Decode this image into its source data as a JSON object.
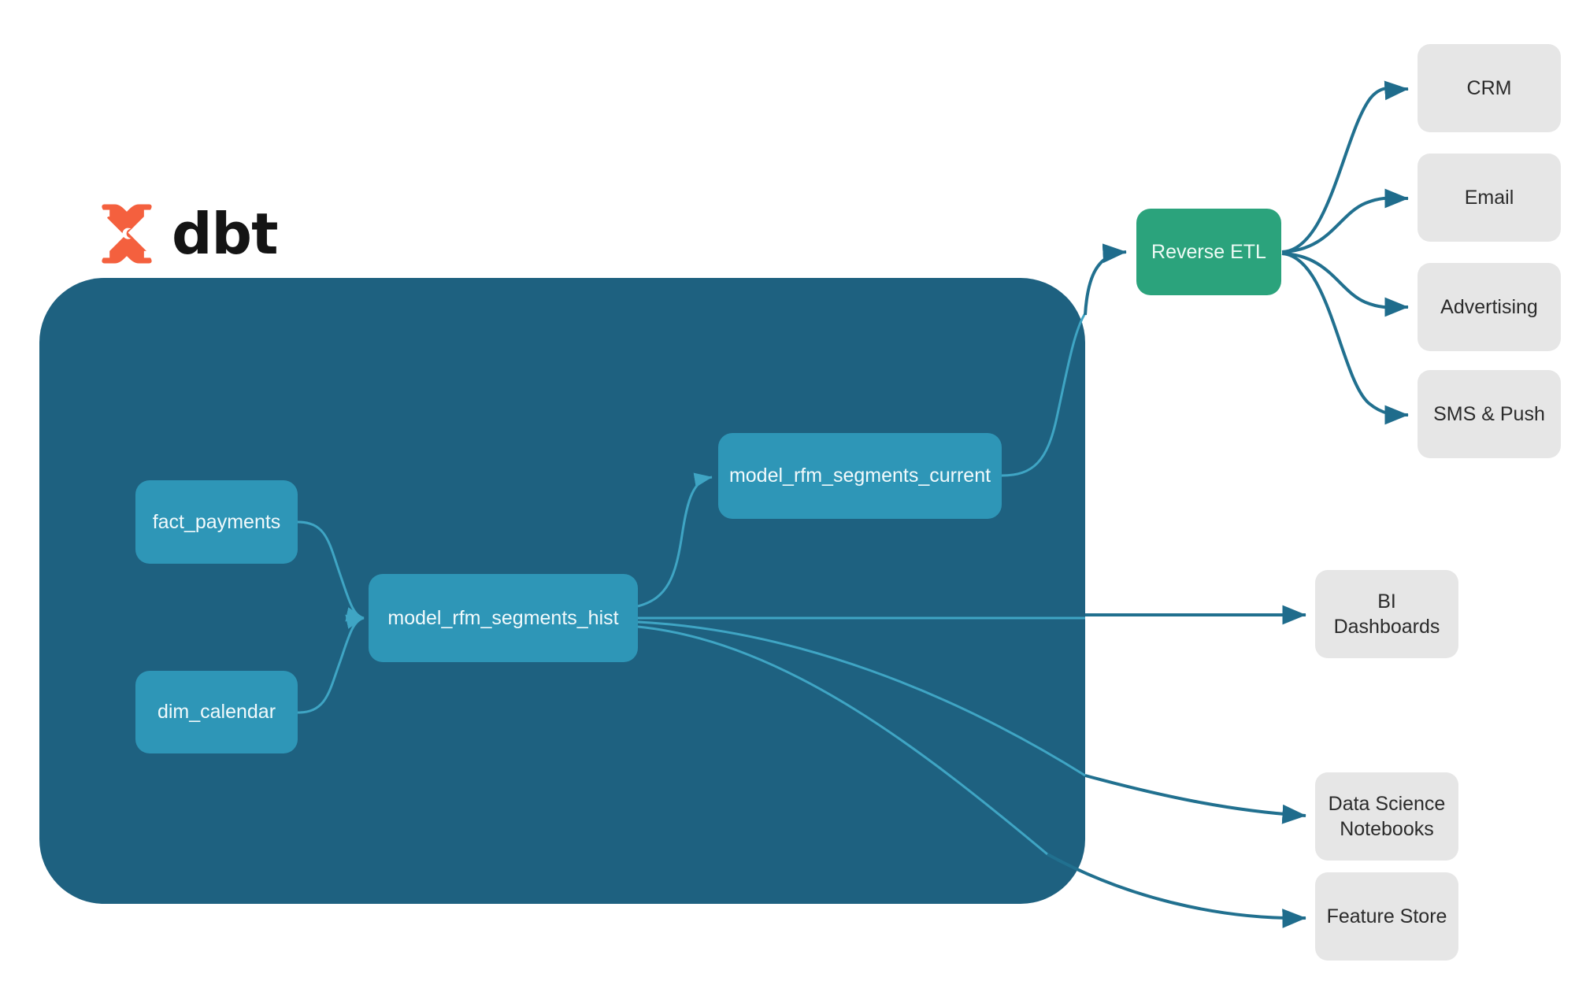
{
  "brand": {
    "logo_icon": "dbt-x-logo-icon",
    "wordmark": "dbt"
  },
  "container": {
    "name": "dbt-project-boundary",
    "color": "#1E6180"
  },
  "colors": {
    "container_bg": "#1E6180",
    "model_node": "#2E96B7",
    "reverse_etl_node": "#2BA37C",
    "consumer_node": "#E6E6E6",
    "edge_outer": "#1F6C8C",
    "edge_inner": "#3FA5C4",
    "logo_orange": "#F4603E",
    "wordmark": "#141414",
    "page_bg": "#FFFFFF"
  },
  "nodes": {
    "sources": [
      {
        "id": "fact_payments",
        "label": "fact_payments",
        "kind": "model"
      },
      {
        "id": "dim_calendar",
        "label": "dim_calendar",
        "kind": "model"
      }
    ],
    "models": [
      {
        "id": "model_rfm_segments_hist",
        "label": "model_rfm_segments_hist",
        "kind": "model"
      },
      {
        "id": "model_rfm_segments_current",
        "label": "model_rfm_segments_current",
        "kind": "model"
      }
    ],
    "activation": {
      "id": "reverse_etl",
      "label": "Reverse ETL",
      "kind": "etl"
    },
    "destinations": [
      {
        "id": "crm",
        "label": "CRM",
        "kind": "consumer"
      },
      {
        "id": "email",
        "label": "Email",
        "kind": "consumer"
      },
      {
        "id": "advertising",
        "label": "Advertising",
        "kind": "consumer"
      },
      {
        "id": "sms_push",
        "label": "SMS & Push",
        "kind": "consumer"
      }
    ],
    "consumers": [
      {
        "id": "bi_dashboards",
        "label": "BI Dashboards",
        "kind": "consumer"
      },
      {
        "id": "ds_notebooks",
        "label": "Data Science\nNotebooks",
        "label_line1": "Data Science",
        "label_line2": "Notebooks",
        "kind": "consumer"
      },
      {
        "id": "feature_store",
        "label": "Feature Store",
        "kind": "consumer"
      }
    ]
  },
  "edges": [
    {
      "from": "fact_payments",
      "to": "model_rfm_segments_hist",
      "style": "inner"
    },
    {
      "from": "dim_calendar",
      "to": "model_rfm_segments_hist",
      "style": "inner"
    },
    {
      "from": "model_rfm_segments_hist",
      "to": "model_rfm_segments_current",
      "style": "inner"
    },
    {
      "from": "model_rfm_segments_current",
      "to": "reverse_etl",
      "style": "outer"
    },
    {
      "from": "model_rfm_segments_hist",
      "to": "bi_dashboards",
      "style": "outer"
    },
    {
      "from": "model_rfm_segments_hist",
      "to": "ds_notebooks",
      "style": "outer"
    },
    {
      "from": "model_rfm_segments_hist",
      "to": "feature_store",
      "style": "outer"
    },
    {
      "from": "reverse_etl",
      "to": "crm",
      "style": "outer"
    },
    {
      "from": "reverse_etl",
      "to": "email",
      "style": "outer"
    },
    {
      "from": "reverse_etl",
      "to": "advertising",
      "style": "outer"
    },
    {
      "from": "reverse_etl",
      "to": "sms_push",
      "style": "outer"
    }
  ]
}
